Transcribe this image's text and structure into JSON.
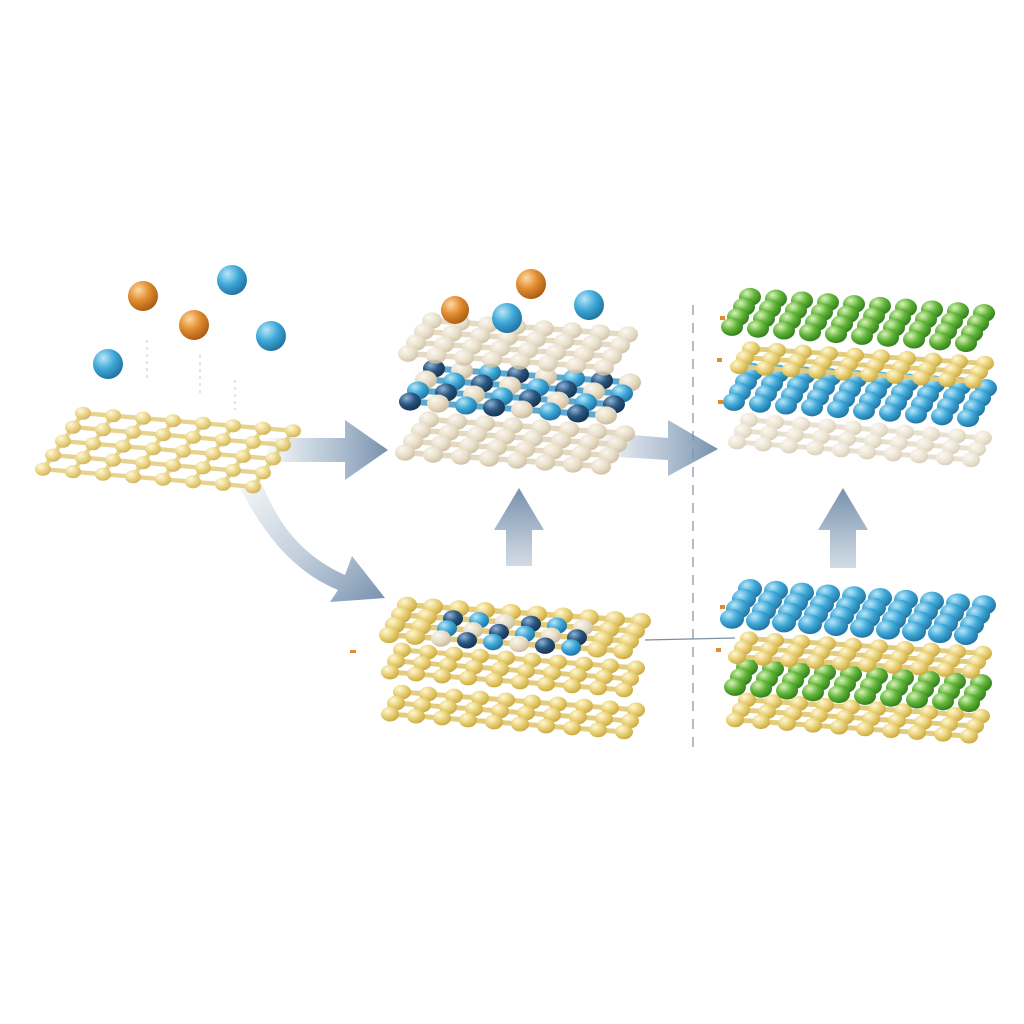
{
  "diagram": {
    "colors": {
      "background": "#ffffff",
      "gold_atom": "#ead27a",
      "gold_atom_dark": "#c9a63a",
      "gold_bond": "#e3cc7d",
      "beige_atom": "#e7dcc5",
      "beige_bond": "#e1d5bc",
      "blue_atom": "#3ea8d8",
      "dark_blue_atom": "#2a5680",
      "green_atom": "#62b53a",
      "orange_atom": "#e08b2e",
      "arrow": "#7e98b4",
      "divider": "#7b8fa3"
    },
    "stages": [
      {
        "id": "substrate-with-precursors",
        "layers": [
          "gold"
        ],
        "free_atoms": [
          "orange",
          "blue",
          "orange",
          "blue",
          "blue"
        ]
      },
      {
        "id": "intercalation-stack",
        "layers": [
          "beige",
          "mixed-blue",
          "beige"
        ],
        "free_atoms": [
          "orange",
          "blue",
          "orange",
          "blue"
        ]
      },
      {
        "id": "green-top-heterostructure",
        "layers": [
          "green",
          "gold",
          "blue",
          "beige"
        ],
        "free_atoms": []
      },
      {
        "id": "gold-stack-mixed",
        "layers": [
          "gold-mixed",
          "gold",
          "gold"
        ],
        "free_atoms": []
      },
      {
        "id": "blue-top-heterostructure",
        "layers": [
          "blue",
          "gold",
          "green",
          "gold"
        ],
        "free_atoms": []
      }
    ],
    "arrows": [
      {
        "id": "arrow-substrate-to-stack",
        "direction": "right"
      },
      {
        "id": "arrow-stack-to-heterostructure",
        "direction": "right"
      },
      {
        "id": "arrow-substrate-to-gold-stack",
        "direction": "down-right"
      },
      {
        "id": "arrow-gold-stack-up",
        "direction": "up"
      },
      {
        "id": "arrow-blue-top-up",
        "direction": "up"
      }
    ]
  }
}
